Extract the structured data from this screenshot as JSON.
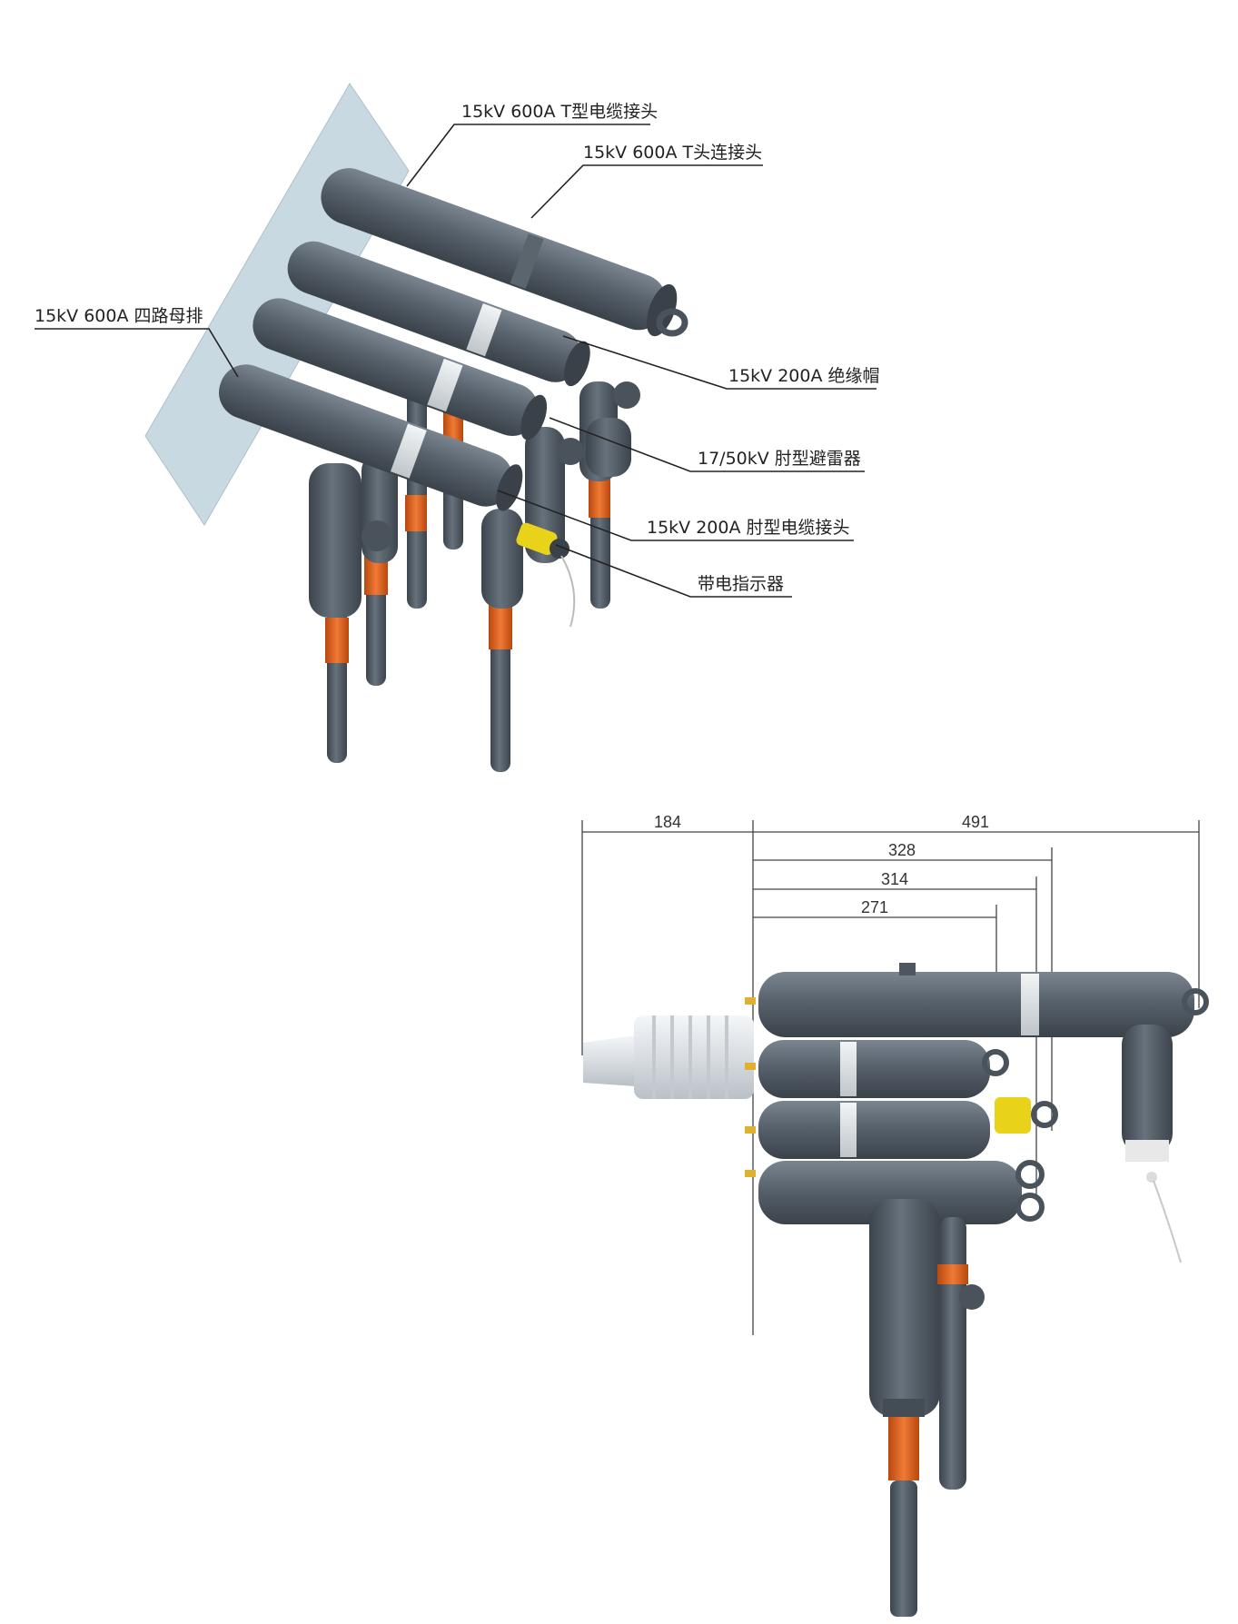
{
  "callouts": {
    "t_cable_600a": "15kV 600A T型电缆接头",
    "t_connector_600a": "15kV 600A T头连接头",
    "four_way_bus": "15kV 600A 四路母排",
    "insulating_cap_200a": "15kV 200A 绝缘帽",
    "elbow_arrester": "17/50kV 肘型避雷器",
    "elbow_cable_200a": "15kV 200A 肘型电缆接头",
    "live_indicator": "带电指示器"
  },
  "dimensions": {
    "d184": "184",
    "d491": "491",
    "d328": "328",
    "d314": "314",
    "d271": "271"
  },
  "colors": {
    "body": "#56606a",
    "body_dark": "#3f474f",
    "body_light": "#75808a",
    "orange": "#e2621f",
    "yellow": "#e8d21a",
    "panel": "#c8d8e0",
    "bushing": "#e6e9ec"
  }
}
